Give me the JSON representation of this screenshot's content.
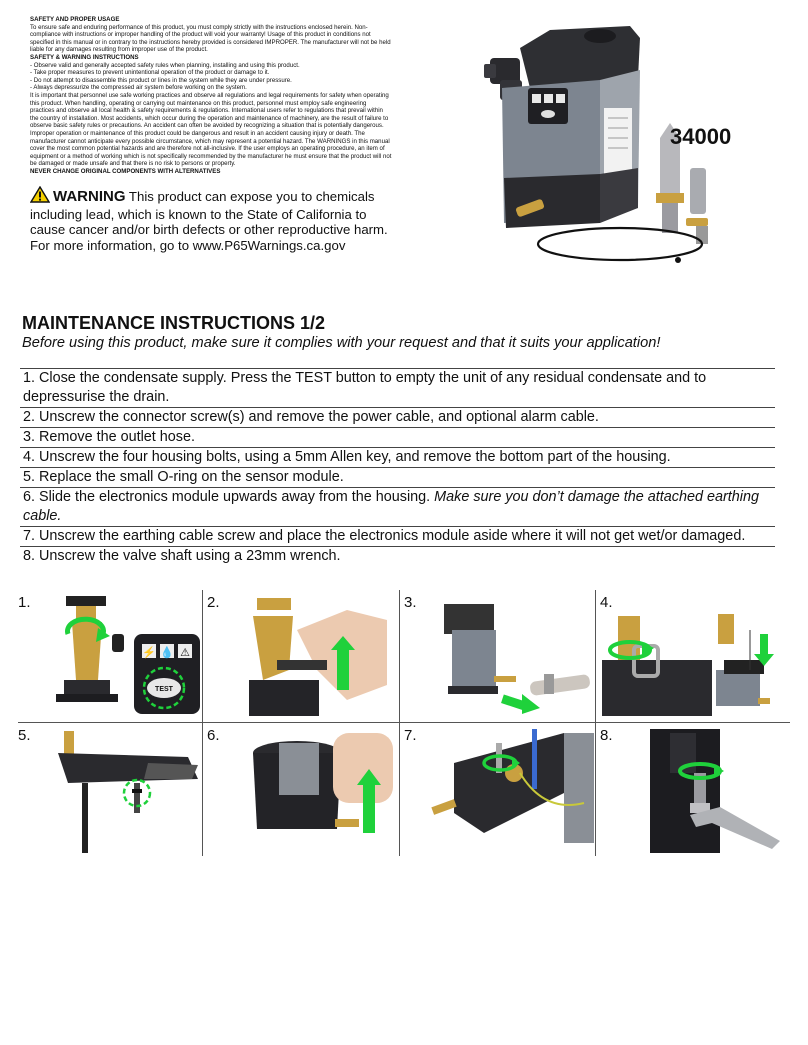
{
  "safety": {
    "heading1": "SAFETY AND PROPER USAGE",
    "body1": "To ensure safe and enduring performance of this product, you must comply strictly with the instructions enclosed herein. Non-compliance with instructions or improper handling of the product will void your warranty! Usage of this product in conditions not specified in this manual or in contrary to the instructions hereby provided is considered IMPROPER. The manufacturer will not be held liable for any damages resulting from improper use of the product.",
    "heading2": "SAFETY & WARNING INSTRUCTIONS",
    "bullets": [
      "- Observe valid and generally accepted safety rules when planning, installing and using this product.",
      "- Take proper measures to prevent unintentional operation of the product or damage to it.",
      "- Do not attempt to disassemble this product or lines in the system while they are under pressure.",
      "- Always depressurize the compressed air system before working on the system."
    ],
    "body2": "It is important that personnel use safe working practices and observe all regulations and legal requirements for safety when operating this product. When handling, operating or carrying out maintenance on this product, personnel must employ safe engineering practices and observe all local health & safety requirements & regulations. International users refer to regulations that prevail within the country of installation. Most accidents, which occur during the operation and maintenance of machinery, are the result of failure to observe basic safety rules or precautions. An accident can often be avoided by recognizing a situation that is potentially dangerous. Improper operation or maintenance of this product could be dangerous and result in an accident causing injury or death. The manufacturer cannot anticipate every possible circumstance, which may represent a potential hazard. The WARNINGS in this manual cover the most common potential hazards and are therefore not all-inclusive. If the user employs an operating procedure, an item of equipment or a method of working which is not specifically recommended by the manufacturer he must ensure that the product will not be damaged or made unsafe and that there is no risk to persons or property.",
    "footer": "NEVER CHANGE ORIGINAL COMPONENTS WITH ALTERNATIVES"
  },
  "warning": {
    "label": "WARNING",
    "text": " This product can expose you to chemicals including lead, which is known to the State of California to cause cancer and/or birth defects or other reproductive harm. For more information, go to www.P65Warnings.ca.gov"
  },
  "product": {
    "model": "34000",
    "button_label": "TEST"
  },
  "maintenance": {
    "title": "MAINTENANCE INSTRUCTIONS 1/2",
    "subtitle": "Before using this product, make sure it complies with your request and that it suits your application!",
    "steps": [
      {
        "text": "1. Close the condensate supply. Press the TEST button to empty the unit of any residual condensate and to depressurise the drain.",
        "note": ""
      },
      {
        "text": "2. Unscrew the connector screw(s) and remove the power cable, and optional alarm cable.",
        "note": ""
      },
      {
        "text": "3. Remove the outlet hose.",
        "note": ""
      },
      {
        "text": "4. Unscrew the four housing bolts, using a 5mm Allen key, and remove the bottom part of the housing.",
        "note": ""
      },
      {
        "text": "5. Replace the small O-ring on the sensor module.",
        "note": ""
      },
      {
        "text": "6. Slide the electronics module upwards away from the housing. ",
        "note": "Make sure you don’t damage the attached earthing cable."
      },
      {
        "text": "7. Unscrew the earthing cable screw and place the electronics module aside where it will not get wet/or damaged.",
        "note": ""
      },
      {
        "text": "8. Unscrew the valve shaft using a 23mm wrench.",
        "note": ""
      }
    ]
  },
  "figures": {
    "labels": [
      "1.",
      "2.",
      "3.",
      "4.",
      "5.",
      "6.",
      "7.",
      "8."
    ],
    "test_label": "TEST"
  },
  "colors": {
    "arrow_green": "#1fd13b",
    "brass": "#c9a040",
    "housing_grey": "#7d8590",
    "dark_body": "#2a2a2e"
  }
}
